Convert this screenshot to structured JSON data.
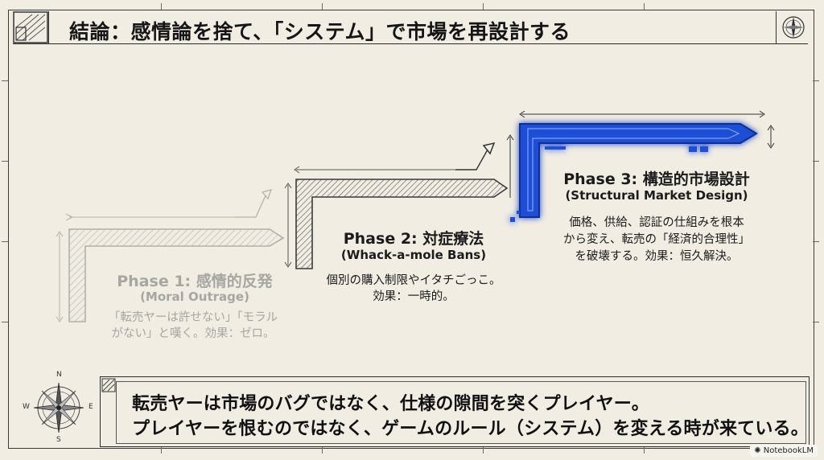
{
  "title": "結論：感情論を捨て、「システム」で市場を再設計する",
  "phases": [
    {
      "title": "Phase 1: 感情的反発",
      "subtitle": "(Moral Outrage)",
      "desc_line1": "「転売ヤーは許せない」「モラル",
      "desc_line2": "がない」と嘆く。効果：ゼロ。"
    },
    {
      "title": "Phase 2: 対症療法",
      "subtitle": "(Whack-a-mole Bans)",
      "desc_line1": "個別の購入制限やイタチごっこ。",
      "desc_line2": "効果：一時的。"
    },
    {
      "title": "Phase 3: 構造的市場設計",
      "subtitle": "(Structural Market Design)",
      "desc_line1": "価格、供給、認証の仕組みを根本",
      "desc_line2": "から変え、転売の「経済的合理性」",
      "desc_line3": "を破壊する。効果：恒久解決。"
    }
  ],
  "footer": {
    "line1": "転売ヤーは市場のバグではなく、仕様の隙間を突くプレイヤー。",
    "line2": "プレイヤーを恨むのではなく、ゲームのルール（システム）を変える時が来ている。"
  },
  "compass": {
    "n": "N",
    "e": "E",
    "s": "S",
    "w": "W"
  },
  "badge": "NotebookLM",
  "colors": {
    "accent": "#1f4fd6",
    "phase1": "#a9a8a3",
    "phase2": "#2a2a2a",
    "paper": "#f1ede3"
  }
}
